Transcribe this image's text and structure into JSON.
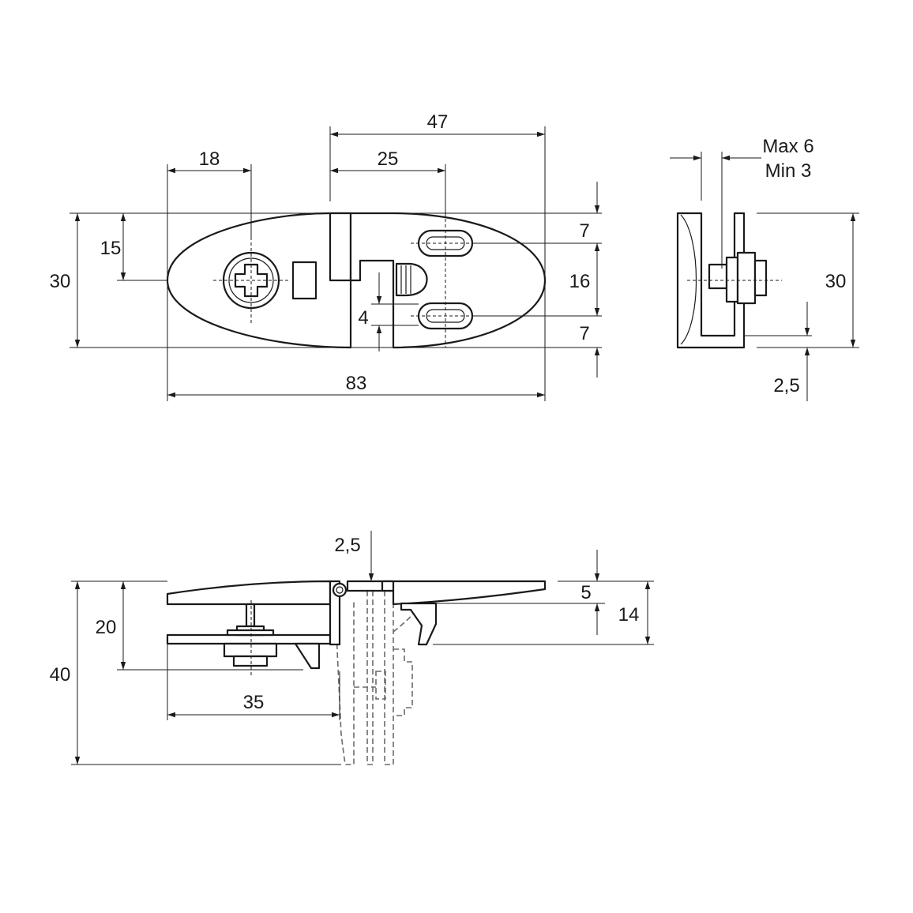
{
  "drawing": {
    "top_view": {
      "dim_overall_length": "83",
      "dim_screw_offset": "18",
      "dim_right_width": "47",
      "dim_slot_offset": "25",
      "dim_height": "30",
      "dim_screw_height": "15",
      "dim_slot_top": "7",
      "dim_slot_spacing": "16",
      "dim_slot_bottom": "7",
      "dim_gap": "4"
    },
    "side_view": {
      "dim_max": "Max 6",
      "dim_min": "Min 3",
      "dim_height": "30",
      "dim_plate": "2,5"
    },
    "front_view": {
      "dim_top_plate": "2,5",
      "dim_step": "5",
      "dim_right_height": "14",
      "dim_left_height": "20",
      "dim_total_height": "40",
      "dim_length": "35"
    }
  }
}
